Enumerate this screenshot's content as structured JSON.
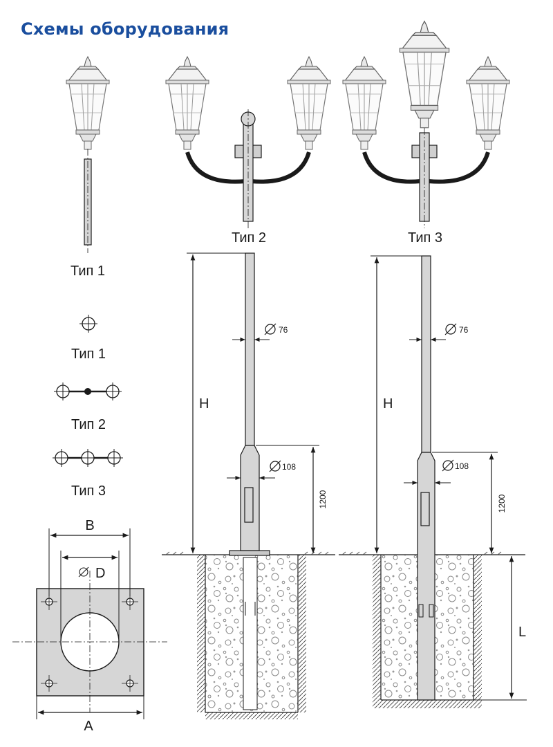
{
  "page_title": "Схемы оборудования",
  "types": {
    "type1": "Тип 1",
    "type2": "Тип 2",
    "type3": "Тип 3"
  },
  "plan_labels": {
    "type1": "Тип 1",
    "type2": "Тип 2",
    "type3": "Тип 3"
  },
  "dimensions": {
    "height": "H",
    "pole_diameter": "76",
    "base_diameter": "108",
    "base_height": "1200",
    "embed_length": "L",
    "plate_width": "A",
    "bolt_spacing": "B",
    "hole_diameter": "D"
  },
  "colors": {
    "title": "#1a4e9e",
    "pole_fill": "#d6d6d6",
    "line": "#1a1a1a"
  }
}
